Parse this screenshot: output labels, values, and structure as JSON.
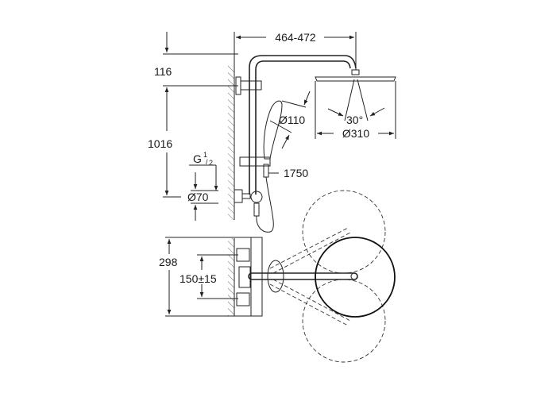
{
  "drawing": {
    "dimensions": {
      "arm_projection": "464-472",
      "top_offset": "116",
      "riser_height": "1016",
      "thread": "G",
      "thread_fraction_num": "1",
      "thread_fraction_den": "2",
      "flange_diameter": "Ø70",
      "handshower_diameter": "Ø110",
      "head_angle": "30°",
      "head_diameter": "Ø310",
      "hose_length": "1750",
      "mixer_height": "298",
      "inlet_centres": "150±15"
    }
  }
}
